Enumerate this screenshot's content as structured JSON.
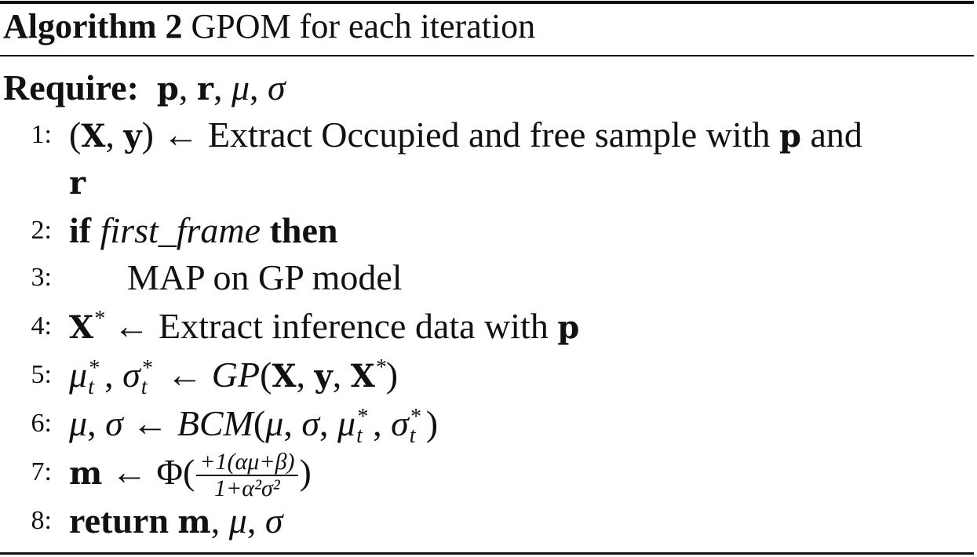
{
  "algorithm": {
    "label": "Algorithm 2",
    "title": "GPOM for each iteration",
    "require_label": "Require:",
    "require_vars": [
      "p",
      "r",
      "μ",
      "σ"
    ]
  },
  "lines": [
    {
      "num": "1:",
      "text_a": "Extract Occupied and free sample with",
      "text_b": "and",
      "var_p": "p",
      "var_r": "r"
    },
    {
      "num": "2:",
      "kw_if": "if",
      "cond": "first_frame",
      "kw_then": "then"
    },
    {
      "num": "3:",
      "text": "MAP on GP model"
    },
    {
      "num": "4:",
      "text": "Extract inference data with",
      "var_p": "p"
    },
    {
      "num": "5:",
      "fn": "GP"
    },
    {
      "num": "6:",
      "fn": "BCM"
    },
    {
      "num": "7:",
      "num_expr": "+1(αμ+β)",
      "den_expr": "1+α²σ²"
    },
    {
      "num": "8:",
      "kw_return": "return",
      "ret_m": "m"
    }
  ]
}
